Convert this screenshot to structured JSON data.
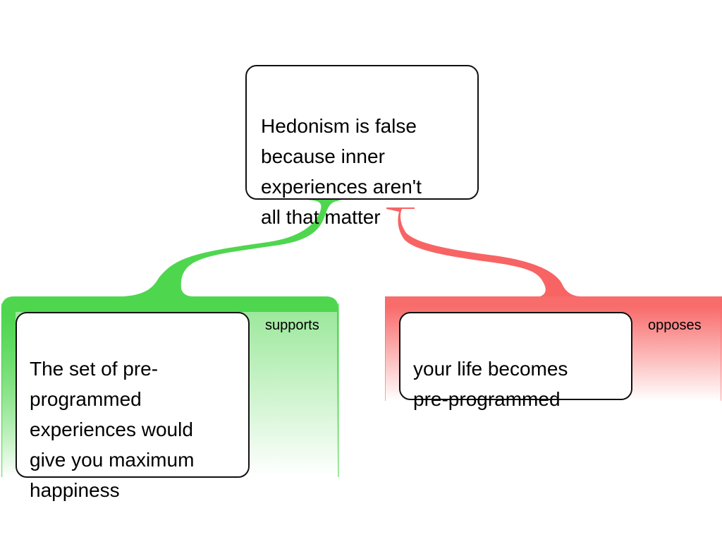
{
  "colors": {
    "support": "#4fd64f",
    "oppose": "#f86464",
    "box_border": "#111111"
  },
  "claim": {
    "text": "Hedonism is false\nbecause inner\nexperiences aren't\nall that matter"
  },
  "reasons": [
    {
      "type": "support",
      "relation_label": "supports",
      "text": "The set of pre-\nprogrammed\nexperiences would\ngive you maximum\nhappiness"
    },
    {
      "type": "oppose",
      "relation_label": "opposes",
      "text": "your life becomes\npre-programmed"
    }
  ]
}
